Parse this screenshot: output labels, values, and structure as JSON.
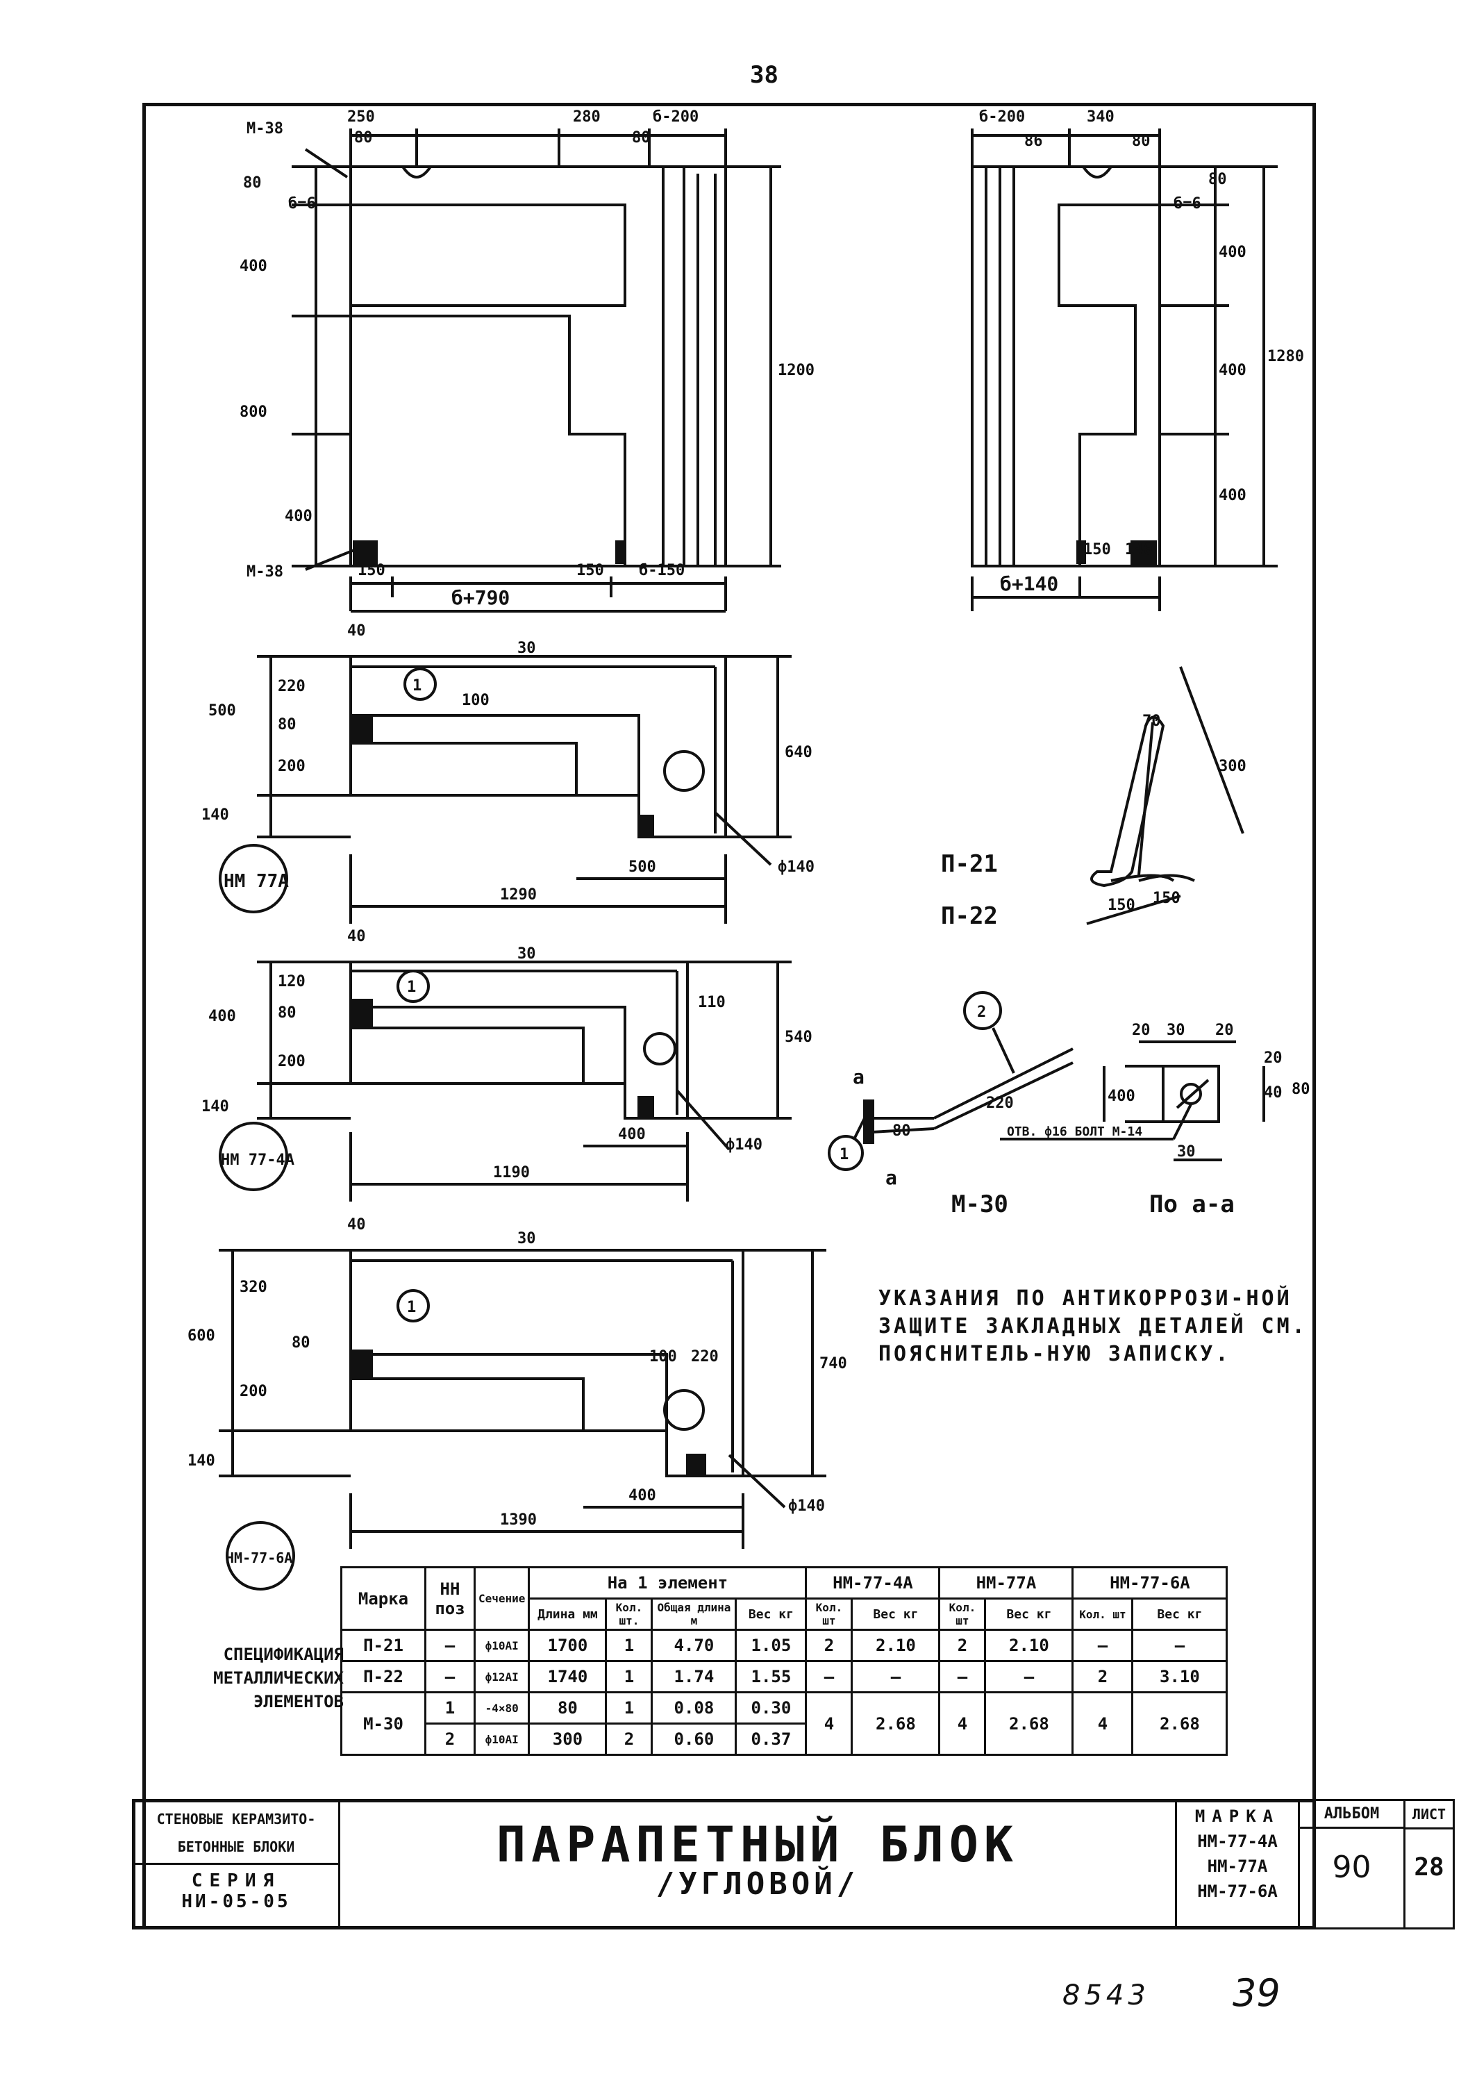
{
  "page_number": "38",
  "views": {
    "front_left": {
      "marks_top": [
        "М-38"
      ],
      "marks_bottom": [
        "М-38"
      ],
      "dims_top": [
        "250",
        "80",
        "280",
        "б-200",
        "80"
      ],
      "dims_left": [
        "80",
        "б=6",
        "400",
        "800",
        "400"
      ],
      "dims_right": [
        "1200"
      ],
      "dims_bottom": [
        "150",
        "150",
        "б-150"
      ],
      "overall": "б+790"
    },
    "front_right": {
      "dims_top": [
        "б-200",
        "340",
        "86",
        "80"
      ],
      "dims_right": [
        "80",
        "б=6",
        "400",
        "400",
        "400",
        "1280"
      ],
      "dims_bottom": [
        "150",
        "140"
      ],
      "overall": "б+140"
    },
    "plan_77a": {
      "label": "НМ 77А",
      "dims_left": [
        "500",
        "220",
        "200",
        "80",
        "140"
      ],
      "dims_right": [
        "640"
      ],
      "dims_top": [
        "40"
      ],
      "inner": [
        "30",
        "100"
      ],
      "dims_bottom": [
        "500",
        "1290"
      ],
      "diameter": "ф140"
    },
    "plan_774a": {
      "label": "НМ 77-4А",
      "dims_left": [
        "400",
        "120",
        "200",
        "80",
        "140"
      ],
      "dims_right": [
        "540",
        "110"
      ],
      "dims_top": [
        "40",
        "30"
      ],
      "dims_bottom": [
        "400",
        "1190"
      ],
      "diameter": "ф140"
    },
    "plan_776a": {
      "label": "НМ-77-6А",
      "dims_left": [
        "600",
        "320",
        "200",
        "80",
        "140"
      ],
      "dims_right": [
        "740"
      ],
      "dims_top": [
        "40",
        "30"
      ],
      "inner": [
        "100",
        "220"
      ],
      "dims_bottom": [
        "400",
        "1390"
      ],
      "diameter": "ф140"
    },
    "detail_p": {
      "labels": [
        "П-21",
        "П-22"
      ],
      "dims": [
        "70",
        "300",
        "150",
        "150"
      ]
    },
    "detail_m30": {
      "label": "М-30",
      "section_label": "По а-а",
      "dims": [
        "220",
        "400",
        "80",
        "20",
        "30",
        "20",
        "20",
        "40",
        "80",
        "30"
      ],
      "hole_note": "ОТВ. ф16 БОЛТ М-14",
      "callouts": [
        "1",
        "2"
      ],
      "section_marks": [
        "а",
        "а"
      ]
    }
  },
  "note": {
    "text": "Указания по антикоррози-ной защите закладных деталей см. пояснитель-ную записку."
  },
  "specification": {
    "caption": "Спецификация металлических элементов",
    "headers": {
      "marka": "Марка",
      "nn_poz": "НН поз",
      "sechenie": "Сечение",
      "per_element": "На 1 элемент",
      "length": "Длина мм",
      "qty": "Кол. шт.",
      "total_length": "Общая длина м",
      "weight": "Вес кг",
      "nm774a": "НМ-77-4А",
      "nm77a": "НМ-77А",
      "nm776a": "НМ-77-6А",
      "sub_qty": "Кол. шт",
      "sub_weight": "Вес кг"
    },
    "rows": [
      {
        "marka": "П-21",
        "poz": "—",
        "sech": "ф10АI",
        "len": "1700",
        "qty": "1",
        "tlen": "4.70",
        "w": "1.05",
        "q4a": "2",
        "w4a": "2.10",
        "qa": "2",
        "wa": "2.10",
        "q6a": "—",
        "w6a": "—"
      },
      {
        "marka": "П-22",
        "poz": "—",
        "sech": "ф12АI",
        "len": "1740",
        "qty": "1",
        "tlen": "1.74",
        "w": "1.55",
        "q4a": "—",
        "w4a": "—",
        "qa": "—",
        "wa": "—",
        "q6a": "2",
        "w6a": "3.10"
      },
      {
        "marka": "М-30",
        "poz": "1",
        "sech": "-4×80",
        "len": "80",
        "qty": "1",
        "tlen": "0.08",
        "w": "0.30",
        "q4a": "4",
        "w4a": "2.68",
        "qa": "4",
        "wa": "2.68",
        "q6a": "4",
        "w6a": "2.68"
      },
      {
        "marka": "",
        "poz": "2",
        "sech": "ф10АI",
        "len": "300",
        "qty": "2",
        "tlen": "0.60",
        "w": "0.37"
      }
    ]
  },
  "title_block": {
    "left_top": "Стеновые керамзито-бетонные блоки",
    "series_label": "Серия",
    "series_value": "НИ-05-05",
    "title_main": "ПАРАПЕТНЫЙ БЛОК",
    "title_sub": "/УГЛОВОЙ/",
    "marka_label": "МАРКА",
    "marka_values": [
      "НМ-77-4А",
      "НМ-77А",
      "НМ-77-6А"
    ],
    "album_label": "АЛЬБОМ",
    "album_value": "90",
    "sheet_label": "ЛИСТ",
    "sheet_value": "28"
  },
  "handwritten": [
    "8543",
    "39"
  ]
}
